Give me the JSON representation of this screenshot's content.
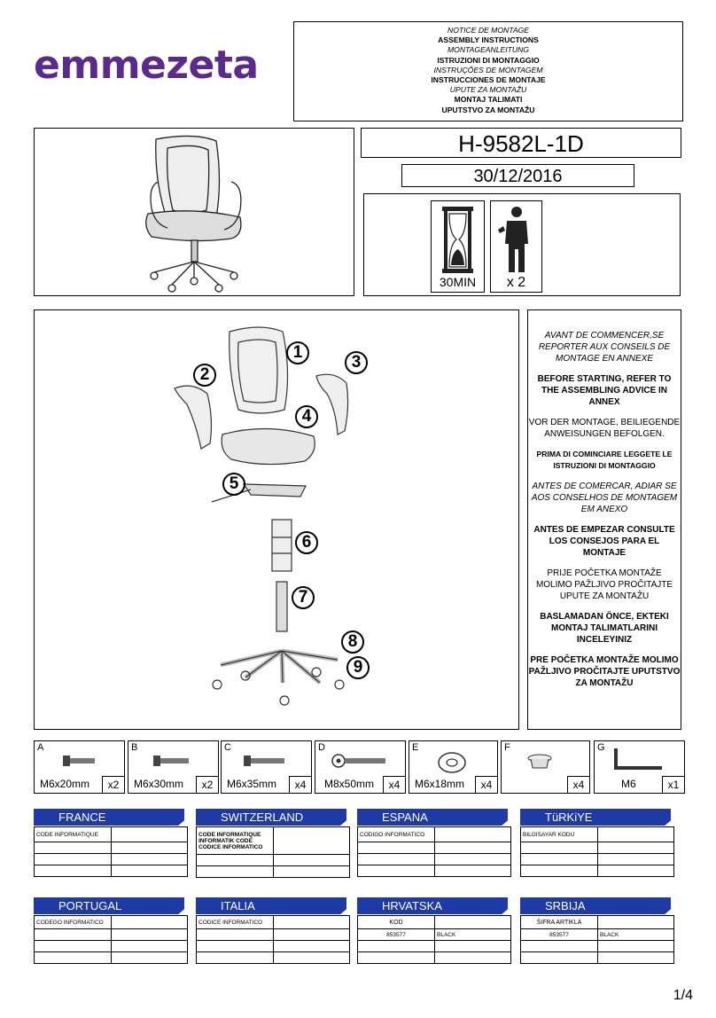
{
  "brand": {
    "logo": "emmezeta"
  },
  "notice_lines": [
    {
      "text": "NOTICE DE MONTAGE",
      "style": "it"
    },
    {
      "text": "ASSEMBLY INSTRUCTIONS",
      "style": "bd"
    },
    {
      "text": "MONTAGEANLEITUNG",
      "style": "it"
    },
    {
      "text": "ISTRUZIONI DI MONTAGGIO",
      "style": "bd"
    },
    {
      "text": "INSTRUÇÕES DE MONTAGEM",
      "style": "it"
    },
    {
      "text": "INSTRUCCIONES DE MONTAJE",
      "style": "bd"
    },
    {
      "text": "UPUTE ZA MONTAŽU",
      "style": "it"
    },
    {
      "text": "MONTAJ TALIMATI",
      "style": "bd"
    },
    {
      "text": "UPUTSTVO ZA MONTAŽU",
      "style": "bd"
    }
  ],
  "product": {
    "model": "H-9582L-1D",
    "date": "30/12/2016"
  },
  "time_icon": {
    "label": "30MIN"
  },
  "people_icon": {
    "label": "x 2"
  },
  "parts_numbers": [
    "1",
    "2",
    "3",
    "4",
    "5",
    "6",
    "7",
    "8",
    "9"
  ],
  "instructions": [
    {
      "text": "AVANT DE COMMENCER,SE REPORTER AUX CONSEILS DE MONTAGE EN ANNEXE",
      "style": "it"
    },
    {
      "text": "BEFORE STARTING, REFER TO THE ASSEMBLING ADVICE IN ANNEX",
      "style": "bd"
    },
    {
      "text": "VOR DER MONTAGE, BEILIEGENDE ANWEISUNGEN BEFOLGEN.",
      "style": ""
    },
    {
      "text": "PRIMA DI COMINCIARE LEGGETE LE ISTRUZIONI DI MONTAGGIO",
      "style": "bd small"
    },
    {
      "text": "ANTES DE COMERCAR, ADIAR SE AOS CONSELHOS DE MONTAGEM EM ANEXO",
      "style": "it"
    },
    {
      "text": "ANTES DE EMPEZAR CONSULTE LOS CONSEJOS PARA EL MONTAJE",
      "style": "bd"
    },
    {
      "text": "PRIJE POČETKA MONTAŽE MOLIMO PAŽLJIVO PROČITAJTE UPUTE ZA MONTAŽU",
      "style": ""
    },
    {
      "text": "BASLAMADAN ÖNCE, EKTEKI MONTAJ TALIMATLARINI INCELEYINIZ",
      "style": "bd"
    },
    {
      "text": "PRE POČETKA MONTAŽE MOLIMO PAŽLJIVO PROČITAJTE UPUTSTVO ZA MONTAŽU",
      "style": "bd"
    }
  ],
  "hardware": [
    {
      "letter": "A",
      "size": "M6x20mm",
      "qty": "x2",
      "icon": "bolt-icon"
    },
    {
      "letter": "B",
      "size": "M6x30mm",
      "qty": "x2",
      "icon": "bolt-icon"
    },
    {
      "letter": "C",
      "size": "M6x35mm",
      "qty": "x4",
      "icon": "bolt-icon"
    },
    {
      "letter": "D",
      "size": "M8x50mm",
      "qty": "x4",
      "icon": "long-bolt-icon"
    },
    {
      "letter": "E",
      "size": "M6x18mm",
      "qty": "x4",
      "icon": "washer-icon"
    },
    {
      "letter": "F",
      "size": "",
      "qty": "x4",
      "icon": "cap-icon"
    },
    {
      "letter": "G",
      "size": "M6",
      "qty": "x1",
      "icon": "allen-key-icon"
    }
  ],
  "countries": [
    {
      "name": "FRANCE",
      "code_label": "CODE INFORMATIQUE"
    },
    {
      "name": "SWITZERLAND",
      "code_label": "CODE INFORMATIQUE INFORMATIK CODE CODICE INFORMATICO"
    },
    {
      "name": "ESPANA",
      "code_label": "CODIGO INFORMATICO"
    },
    {
      "name": "TüRKiYE",
      "code_label": "BILGISAYAR KODU"
    },
    {
      "name": "PORTUGAL",
      "code_label": "CODEGO INFORMATICO"
    },
    {
      "name": "ITALIA",
      "code_label": "CODICE INFORMATICO"
    },
    {
      "name": "HRVATSKA",
      "code_label": "KOD",
      "code": "853577",
      "color": "BLACK"
    },
    {
      "name": "SRBIJA",
      "code_label": "ŠIFRA ARTIKLA",
      "code": "853577",
      "color": "BLACK"
    }
  ],
  "page": {
    "number": "1/4"
  },
  "colors": {
    "brand": "#5b2a8c",
    "header_blue": "#1d3aa6"
  }
}
